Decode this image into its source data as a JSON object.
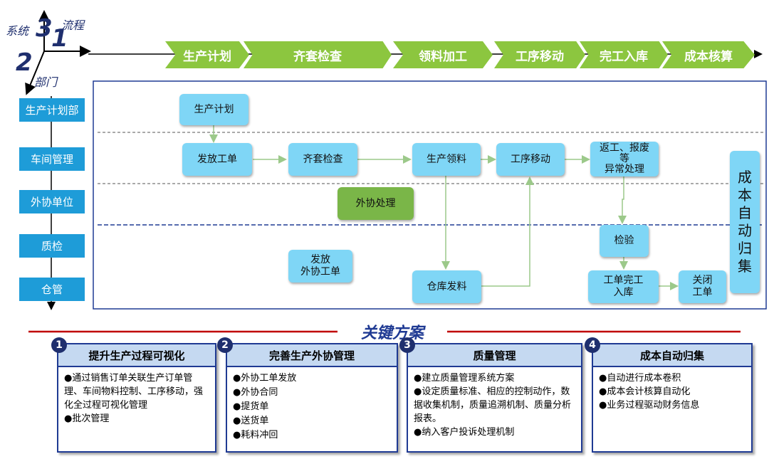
{
  "axis": {
    "system_label": "系统",
    "flow_label": "流程",
    "dept_label": "部门",
    "num_1": "1",
    "num_2": "2",
    "num_3": "3"
  },
  "stages": [
    "生产计划",
    "齐套检查",
    "领料加工",
    "工序移动",
    "完工入库",
    "成本核算"
  ],
  "departments": [
    "生产计划部",
    "车间管理",
    "外协单位",
    "质检",
    "仓管"
  ],
  "nodes": {
    "plan": "生产计划",
    "issue_order": "发放工单",
    "kit_check": "齐套检查",
    "material": "生产领料",
    "move": "工序移动",
    "rework": "返工、报废\n等\n异常处理",
    "outsource": "外协处理",
    "issue_outsource": "发放\n外协工单",
    "warehouse": "仓库发料",
    "inspect": "检验",
    "complete": "工单完工\n入库",
    "close": "关闭\n工单",
    "cost": "成本自动归集"
  },
  "key_title": "关键方案",
  "solutions": [
    {
      "num": "1",
      "title": "提升生产过程可视化",
      "items": [
        "●通过销售订单关联生产订单管理、车间物料控制、工序移动，强化全过程可视化管理",
        "●批次管理"
      ]
    },
    {
      "num": "2",
      "title": "完善生产外协管理",
      "items": [
        "●外协工单发放",
        "●外协合同",
        "●提货单",
        "●送货单",
        "●耗料冲回"
      ]
    },
    {
      "num": "3",
      "title": "质量管理",
      "items": [
        "●建立质量管理系统方案",
        "●设定质量标准、相应的控制动作，数据收集机制，质量追溯机制、质量分析报表。",
        "●纳入客户投诉处理机制"
      ]
    },
    {
      "num": "4",
      "title": "成本自动归集",
      "items": [
        "●自动进行成本卷积",
        "●成本会计核算自动化",
        "●业务过程驱动财务信息"
      ]
    }
  ],
  "colors": {
    "banner": "#8cc63f",
    "dept": "#1e9cd8",
    "node": "#7fd6f6",
    "outsource": "#7ab648",
    "accent": "#1f3a93",
    "title_red": "#c00000"
  }
}
